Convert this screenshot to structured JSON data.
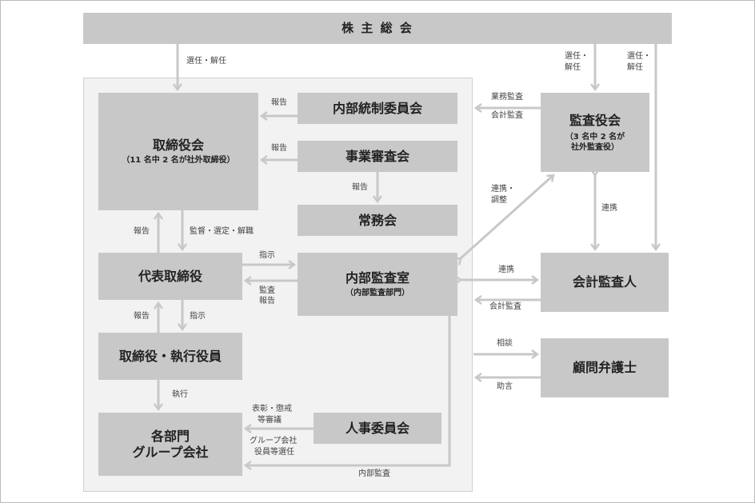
{
  "boxes": {
    "shareholders": "株 主 総 会",
    "board": "取締役会",
    "board_sub": "（11 名中 2 名が社外取締役）",
    "internal_control": "内部統制委員会",
    "business_review": "事業審査会",
    "executive_committee": "常務会",
    "representative": "代表取締役",
    "internal_audit": "内部監査室",
    "internal_audit_sub": "（内部監査部門）",
    "officers": "取締役・執行役員",
    "departments_1": "各部門",
    "departments_2": "グループ会社",
    "hr_committee": "人事委員会",
    "auditors": "監査役会",
    "auditors_sub_1": "（3 名中 2 名が",
    "auditors_sub_2": "社外監査役）",
    "accounting_auditor": "会計監査人",
    "legal_counsel": "顧問弁護士"
  },
  "labels": {
    "appoint_board": "選任・解任",
    "appoint_aud_1": "選任・",
    "appoint_aud_2": "解任",
    "appoint_acc_1": "選任・",
    "appoint_acc_2": "解任",
    "report_ic": "報告",
    "report_br": "報告",
    "report_br_down": "報告",
    "report_rep": "報告",
    "supervise": "監督・選定・解職",
    "instruct_audit": "指示",
    "audit_report_1": "監査",
    "audit_report_2": "報告",
    "report_off": "報告",
    "instruct_off": "指示",
    "execute": "執行",
    "hr_1": "表彰・懲戒",
    "hr_2": "等審議",
    "hr_3": "グループ会社",
    "hr_4": "役員等選任",
    "internal_audit_dept": "内部監査",
    "business_audit": "業務監査",
    "accounting_audit": "会計監査",
    "coord_1": "連携・",
    "coord_2": "調整",
    "cooperate_aud": "連携",
    "cooperate_acc": "連携",
    "accounting_audit_2": "会計監査",
    "consult": "相談",
    "advice": "助言"
  }
}
